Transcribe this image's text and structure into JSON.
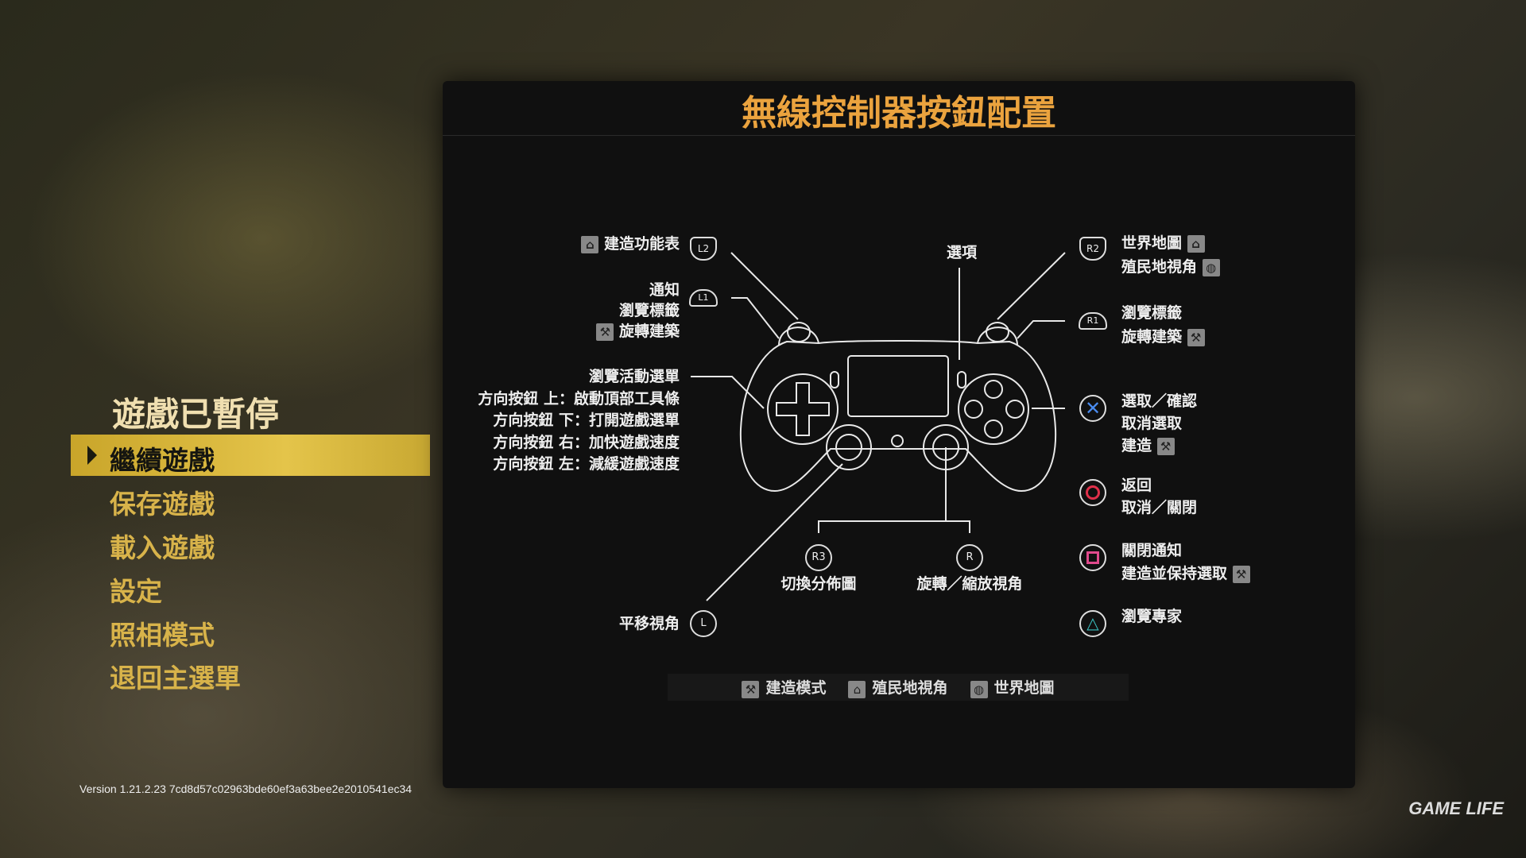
{
  "pause_menu": {
    "title": "遊戲已暫停",
    "items": [
      "繼續遊戲",
      "保存遊戲",
      "載入遊戲",
      "設定",
      "照相模式",
      "退回主選單"
    ],
    "selected_index": 0
  },
  "version": "Version 1.21.2.23 7cd8d57c02963bde60ef3a63bee2e2010541ec34",
  "panel": {
    "title": "無線控制器按鈕配置"
  },
  "controller": {
    "l2": {
      "button": "L2",
      "label": "建造功能表"
    },
    "l1": {
      "button": "L1",
      "lines": [
        "通知",
        "瀏覽標籤",
        "旋轉建築"
      ]
    },
    "dpad": {
      "lines": [
        "瀏覽活動選單",
        "方向按鈕 上：啟動頂部工具條",
        "方向按鈕 下：打開遊戲選單",
        "方向按鈕 右：加快遊戲速度",
        "方向按鈕 左：減緩遊戲速度"
      ]
    },
    "lstick": {
      "button": "L",
      "label": "平移視角"
    },
    "options": {
      "label": "選項"
    },
    "r3": {
      "button": "R3",
      "label": "切換分佈圖"
    },
    "rstick": {
      "button": "R",
      "label": "旋轉／縮放視角"
    },
    "r2": {
      "button": "R2",
      "lines": [
        "世界地圖",
        "殖民地視角"
      ]
    },
    "r1": {
      "button": "R1",
      "lines": [
        "瀏覽標籤",
        "旋轉建築"
      ]
    },
    "cross": {
      "lines": [
        "選取／確認",
        "取消選取",
        "建造"
      ]
    },
    "circle": {
      "lines": [
        "返回",
        "取消／關閉"
      ]
    },
    "square": {
      "lines": [
        "關閉通知",
        "建造並保持選取"
      ]
    },
    "triangle": {
      "lines": [
        "瀏覽專家"
      ]
    }
  },
  "legend": [
    {
      "icon": "hammer-icon",
      "label": "建造模式"
    },
    {
      "icon": "house-icon",
      "label": "殖民地視角"
    },
    {
      "icon": "globe-icon",
      "label": "世界地圖"
    }
  ],
  "watermark": "GAME LIFE",
  "colors": {
    "title": "#eba33e",
    "menu": "#d8b34a",
    "highlight": "#e4c44a",
    "cross": "#4a8cf0",
    "circle": "#e0304a",
    "square": "#e04a8c",
    "triangle": "#3ac0c0"
  }
}
